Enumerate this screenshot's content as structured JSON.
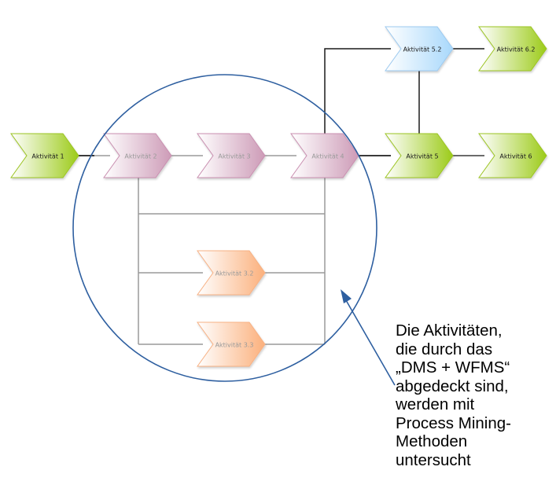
{
  "diagram": {
    "title": "",
    "activities": [
      {
        "id": "a1",
        "label": "Aktivität 1",
        "style": "green",
        "faded": false
      },
      {
        "id": "a2",
        "label": "Aktivität 2",
        "style": "pink",
        "faded": true
      },
      {
        "id": "a3",
        "label": "Aktivität 3",
        "style": "pink",
        "faded": true
      },
      {
        "id": "a4",
        "label": "Aktivität 4",
        "style": "pink",
        "faded": true
      },
      {
        "id": "a5",
        "label": "Aktivität 5",
        "style": "green",
        "faded": false
      },
      {
        "id": "a6",
        "label": "Aktivität 6",
        "style": "green",
        "faded": false
      },
      {
        "id": "a52",
        "label": "Aktivität 5.2",
        "style": "blue",
        "faded": false
      },
      {
        "id": "a62",
        "label": "Aktivität 6.2",
        "style": "green",
        "faded": false
      },
      {
        "id": "a32",
        "label": "Aktivität 3.2",
        "style": "orange",
        "faded": true
      },
      {
        "id": "a33",
        "label": "Aktivität 3.3",
        "style": "orange",
        "faded": true
      }
    ],
    "connections": [
      {
        "from": "a1",
        "to": "a2"
      },
      {
        "from": "a2",
        "to": "a3"
      },
      {
        "from": "a3",
        "to": "a4"
      },
      {
        "from": "a4",
        "to": "a5"
      },
      {
        "from": "a5",
        "to": "a6"
      },
      {
        "from": "a4",
        "to": "a52"
      },
      {
        "from": "a52",
        "to": "a62"
      },
      {
        "from": "a52",
        "to": "a5"
      },
      {
        "from": "a2",
        "to": "a4",
        "via": "bypass"
      },
      {
        "from": "a2",
        "to": "a32"
      },
      {
        "from": "a32",
        "to": "a4"
      },
      {
        "from": "a2",
        "to": "a33"
      },
      {
        "from": "a33",
        "to": "a4"
      }
    ],
    "highlight": {
      "shape": "circle",
      "covers": [
        "a2",
        "a3",
        "a4",
        "a32",
        "a33"
      ],
      "color": "#2e5fa0"
    },
    "colors": {
      "green": {
        "fill_start": "#ffffff",
        "fill_end": "#9ccb19",
        "stroke": "#9bc421",
        "text": "#1a1a1a"
      },
      "pink": {
        "fill_start": "#ffffff",
        "fill_end": "#cd9bb7",
        "stroke": "#c98fb0",
        "text": "#9a9a9a"
      },
      "blue": {
        "fill_start": "#ffffff",
        "fill_end": "#a8d8fb",
        "stroke": "#9cc9ef",
        "text": "#1a1a1a"
      },
      "orange": {
        "fill_start": "#ffffff",
        "fill_end": "#fbb07c",
        "stroke": "#f7b184",
        "text": "#9a9a9a"
      },
      "line_dark": "#1a1a1a",
      "line_faded": "#9a9a9a"
    },
    "annotation": {
      "text": "Die Aktivitäten,\ndie durch das\n„DMS + WFMS“\nabgedeckt sind,\nwerden mit\nProcess Mining-\nMethoden\nuntersucht",
      "points_to": "highlight"
    }
  }
}
